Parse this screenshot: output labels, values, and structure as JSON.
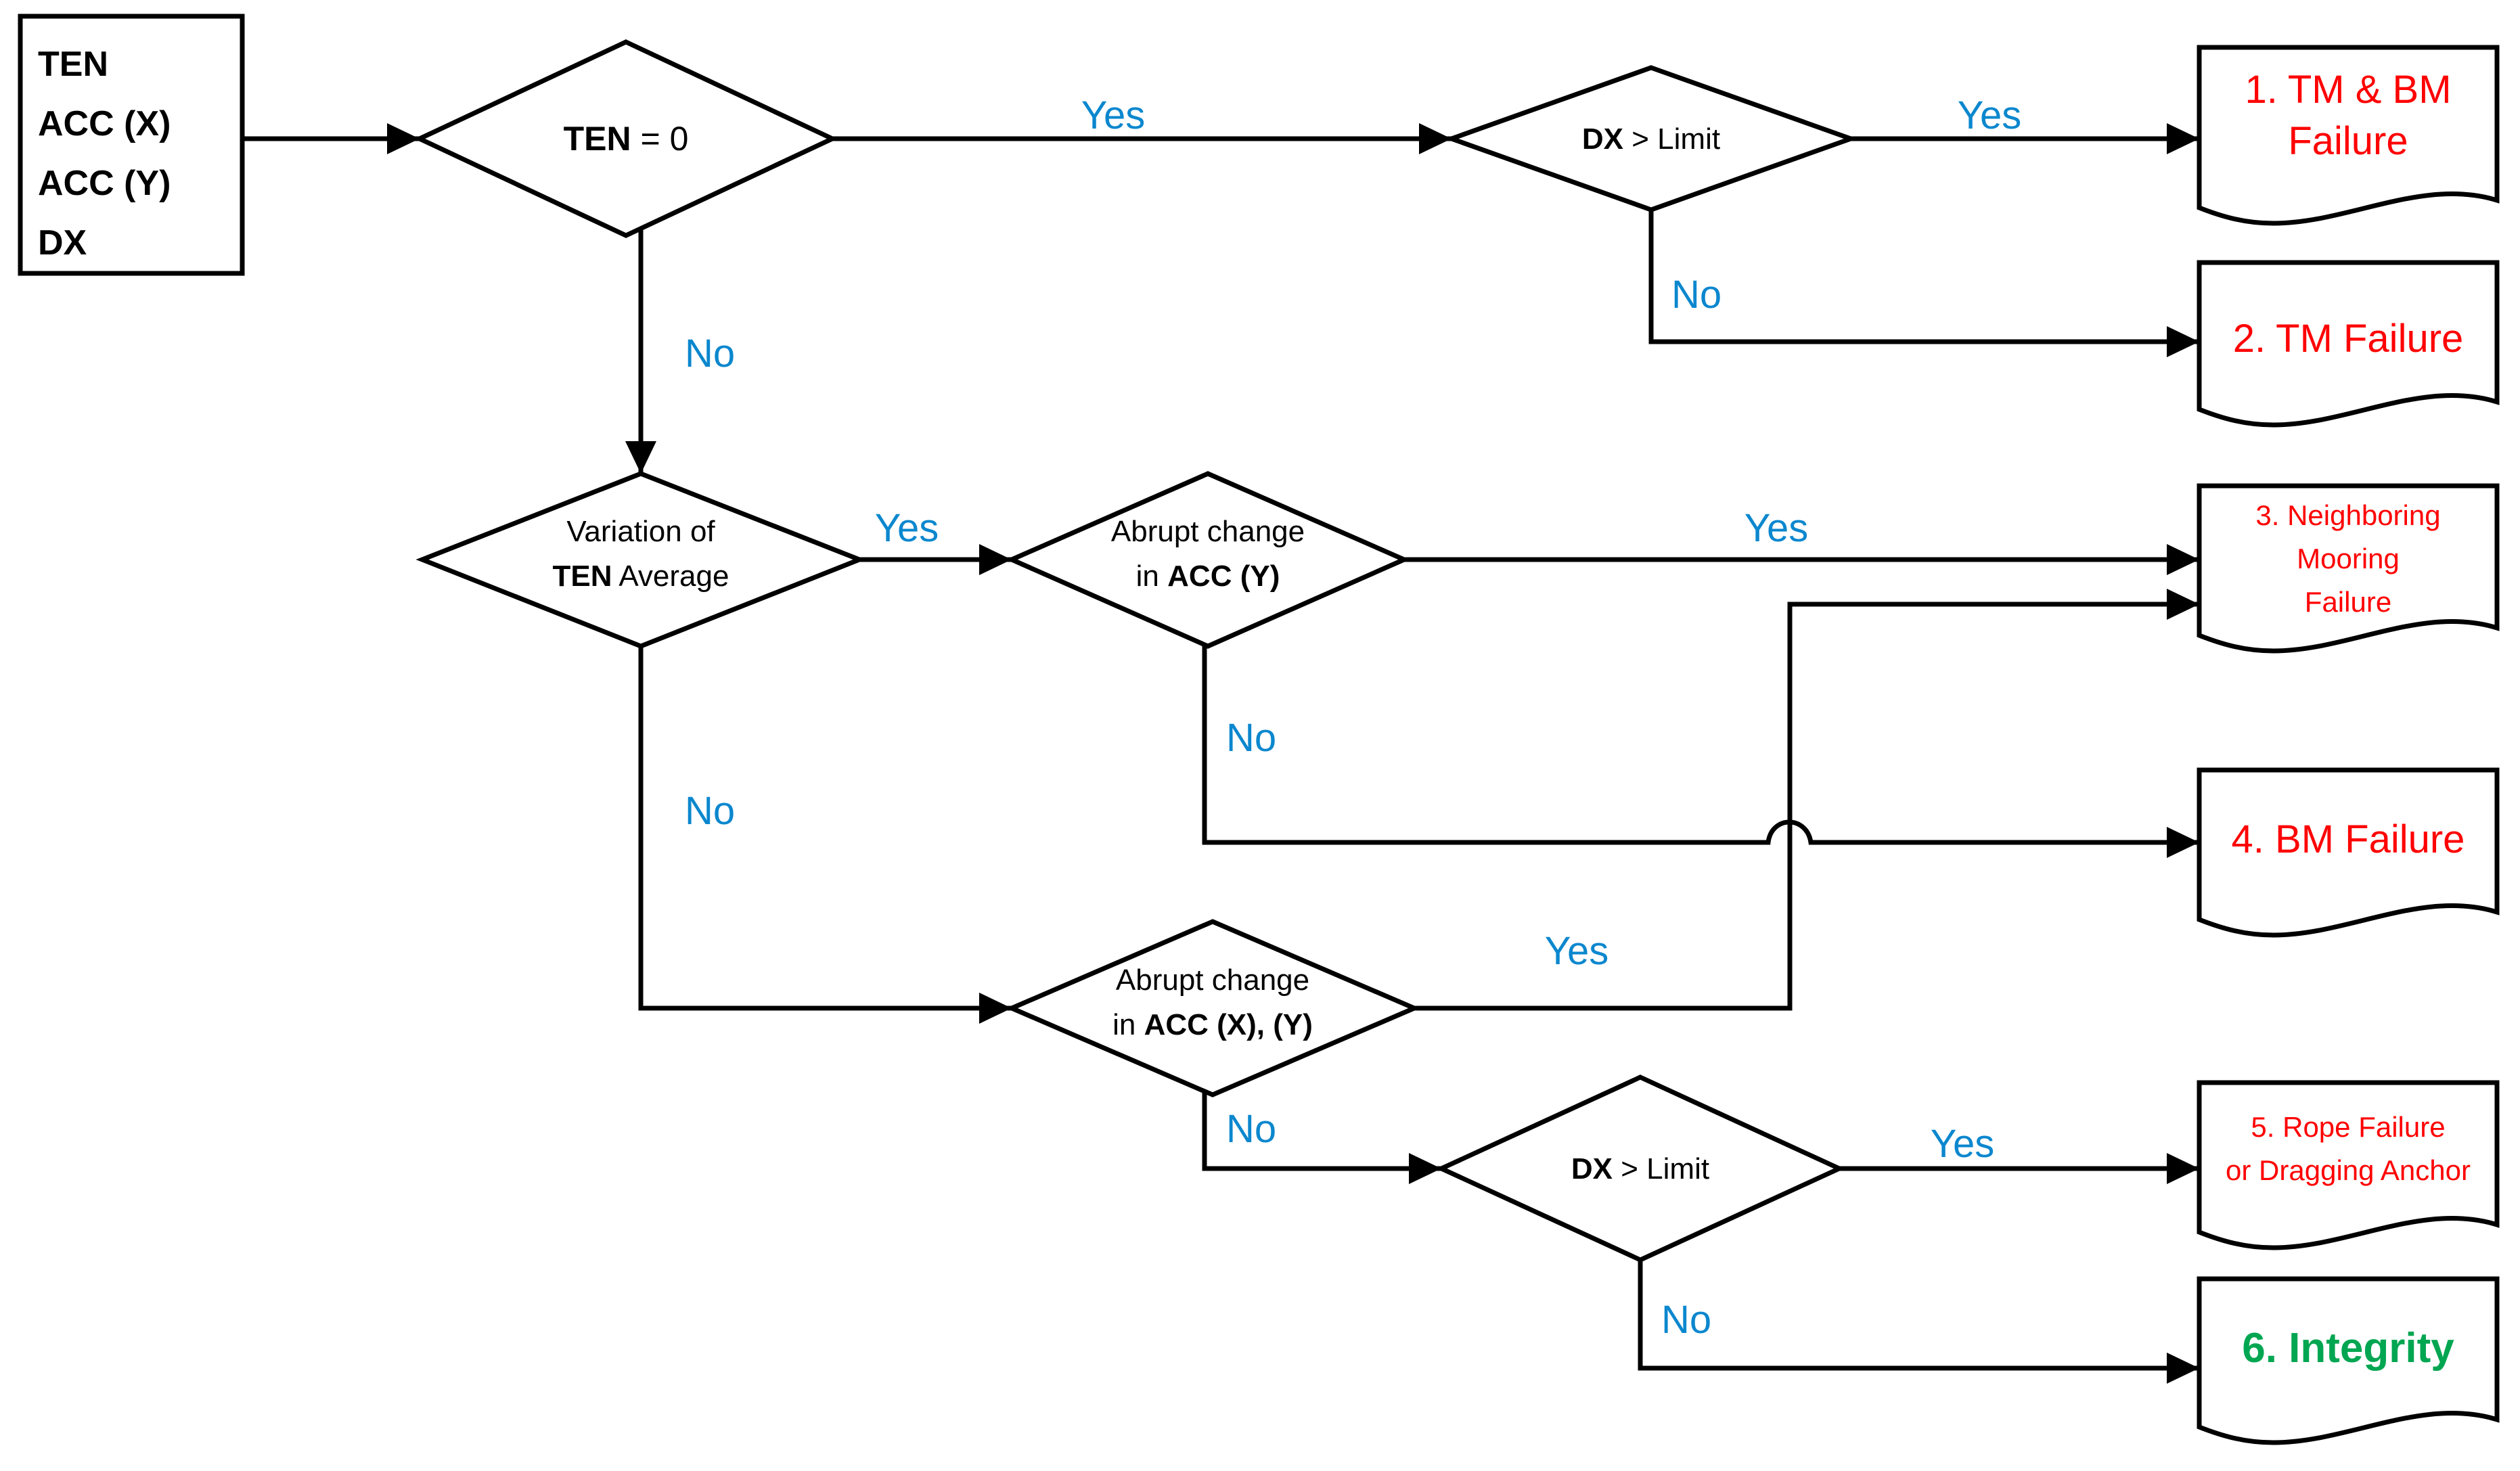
{
  "colors": {
    "label_blue": "#0B87CE",
    "failure_red": "#FF0000",
    "integrity_green": "#00A651",
    "line_black": "#000000",
    "background": "#FFFFFF"
  },
  "input_block": {
    "name": "sensor-inputs",
    "lines": [
      "TEN",
      "ACC (X)",
      "ACC (Y)",
      "DX"
    ]
  },
  "decisions": {
    "ten_zero": {
      "bold": "TEN",
      "rest": " = 0"
    },
    "dx_limit_top": {
      "bold": "DX",
      "rest": " > Limit"
    },
    "variation_ten": {
      "line1": "Variation of",
      "line2_bold": "TEN",
      "line2_rest": " Average"
    },
    "abrupt_accy": {
      "line1": "Abrupt change",
      "line2_pre": "in ",
      "line2_bold": "ACC (Y)"
    },
    "abrupt_accxy": {
      "line1": "Abrupt change",
      "line2_pre": "in ",
      "line2_bold": "ACC (X), (Y)"
    },
    "dx_limit_bottom": {
      "bold": "DX",
      "rest": " > Limit"
    }
  },
  "edge_labels": {
    "ten_zero_yes": "Yes",
    "ten_zero_no": "No",
    "dx_top_yes": "Yes",
    "dx_top_no": "No",
    "variation_yes": "Yes",
    "variation_no": "No",
    "accy_yes": "Yes",
    "accy_no": "No",
    "accxy_yes": "Yes",
    "accxy_no": "No",
    "dx_bottom_yes": "Yes",
    "dx_bottom_no": "No"
  },
  "outcomes": [
    {
      "id": 1,
      "lines": [
        "1. TM & BM",
        "Failure"
      ],
      "color": "#FF0000",
      "bold": false,
      "size": "large"
    },
    {
      "id": 2,
      "lines": [
        "2. TM Failure"
      ],
      "color": "#FF0000",
      "bold": false,
      "size": "large"
    },
    {
      "id": 3,
      "lines": [
        "3. Neighboring",
        "Mooring",
        "Failure"
      ],
      "color": "#FF0000",
      "bold": false,
      "size": "small"
    },
    {
      "id": 4,
      "lines": [
        "4. BM Failure"
      ],
      "color": "#FF0000",
      "bold": false,
      "size": "large"
    },
    {
      "id": 5,
      "lines": [
        "5. Rope Failure",
        "or Dragging Anchor"
      ],
      "color": "#FF0000",
      "bold": false,
      "size": "small"
    },
    {
      "id": 6,
      "lines": [
        "6. Integrity"
      ],
      "color": "#00A651",
      "bold": true,
      "size": "large"
    }
  ]
}
